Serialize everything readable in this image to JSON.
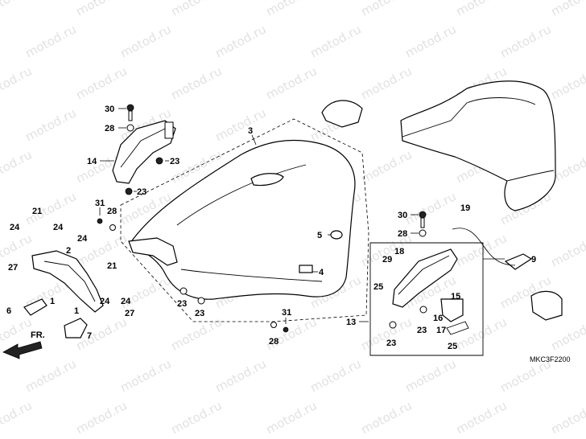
{
  "watermark": "motod.ru",
  "diagram_code": "MKC3F2200",
  "front_label": "FR.",
  "callouts": {
    "c1": "1",
    "c1b": "1",
    "c2": "2",
    "c3": "3",
    "c4": "4",
    "c5": "5",
    "c6": "6",
    "c7": "7",
    "c9": "9",
    "c13": "13",
    "c14": "14",
    "c15": "15",
    "c16": "16",
    "c17": "17",
    "c18": "18",
    "c19": "19",
    "c21a": "21",
    "c21b": "21",
    "c23a": "23",
    "c23b": "23",
    "c23c": "23",
    "c23d": "23",
    "c23e": "23",
    "c23f": "23",
    "c24a": "24",
    "c24b": "24",
    "c24c": "24",
    "c24d": "24",
    "c24e": "24",
    "c25a": "25",
    "c25b": "25",
    "c27a": "27",
    "c27b": "27",
    "c28a": "28",
    "c28b": "28",
    "c28c": "28",
    "c28d": "28",
    "c29": "29",
    "c30a": "30",
    "c30b": "30",
    "c31a": "31",
    "c31b": "31"
  }
}
